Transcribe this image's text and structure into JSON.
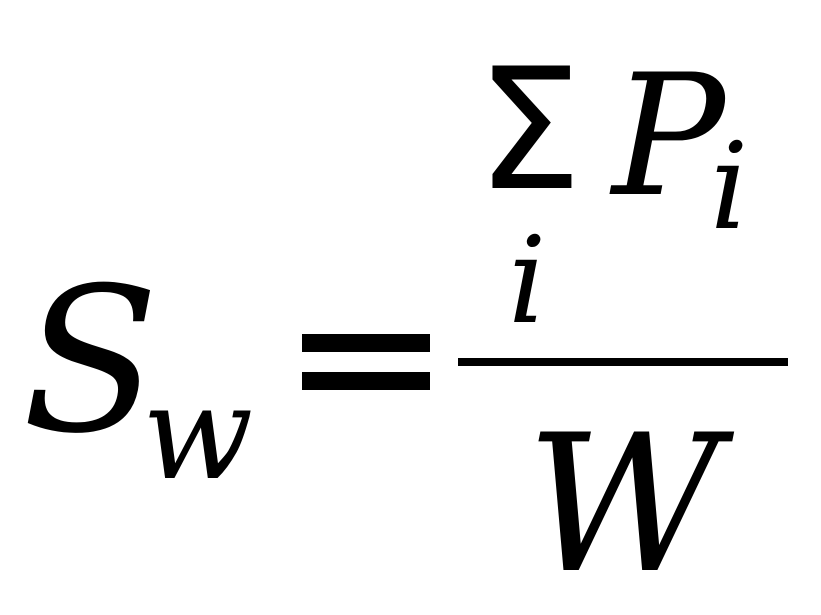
{
  "equation": {
    "lhs": {
      "symbol": "S",
      "subscript": "w"
    },
    "relation": "=",
    "numerator": {
      "operator": "Σ",
      "summand": "P",
      "summand_subscript": "i",
      "index": "i"
    },
    "denominator": "W"
  },
  "colors": {
    "text": "#000000",
    "background": "#ffffff"
  }
}
